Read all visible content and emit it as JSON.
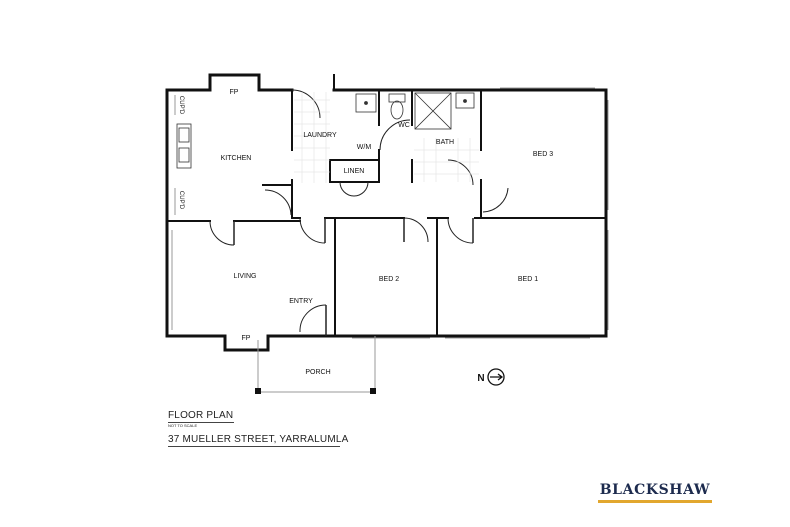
{
  "rooms": {
    "fp_top": "FP",
    "cupd_top": "CUP'D",
    "kitchen": "KITCHEN",
    "cupd_bottom": "CUP'D",
    "laundry": "LAUNDRY",
    "wm": "W/M",
    "wc": "WC",
    "bath": "BATH",
    "linen": "LINEN",
    "bed3": "BED 3",
    "living": "LIVING",
    "entry": "ENTRY",
    "bed2": "BED 2",
    "bed1": "BED 1",
    "fp_bottom": "FP",
    "porch": "PORCH"
  },
  "compass": {
    "label": "N"
  },
  "footer": {
    "title": "FLOOR PLAN",
    "scale_note": "NOT TO SCALE",
    "address": "37 MUELLER STREET, YARRALUMLA"
  },
  "brand": {
    "name": "BLACKSHAW",
    "colors": {
      "navy": "#1d2b4e",
      "gold": "#e2a72e"
    }
  }
}
